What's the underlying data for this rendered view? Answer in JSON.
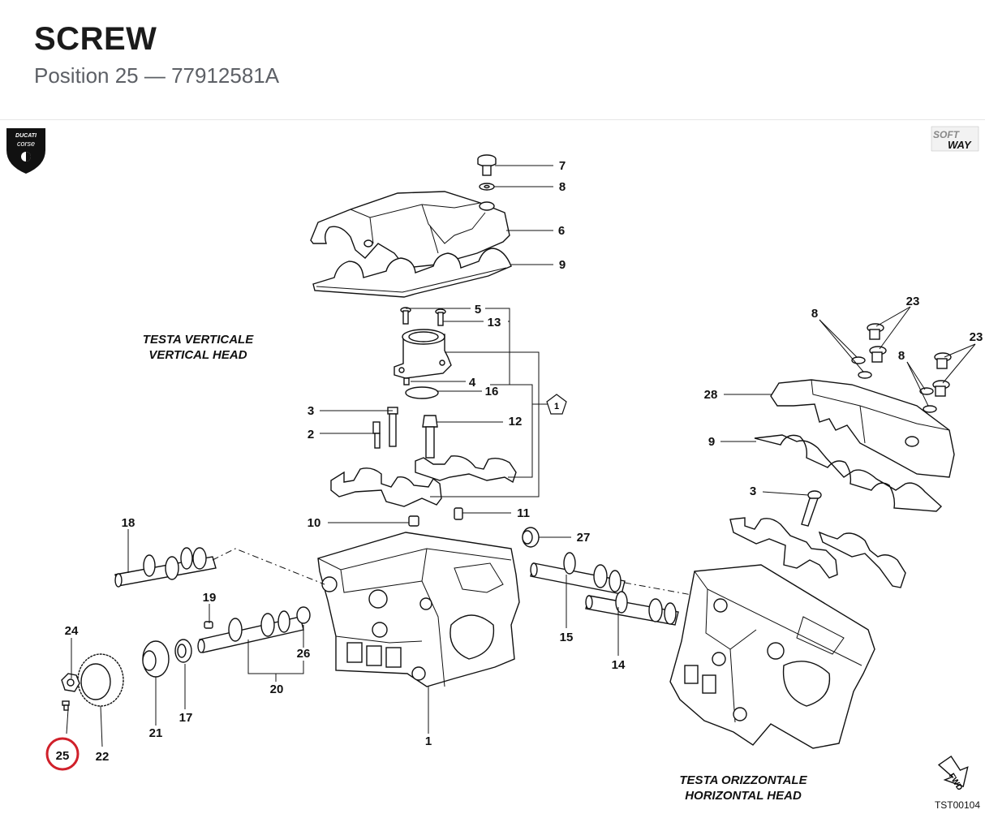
{
  "header": {
    "title": "SCREW",
    "subtitle": "Position 25 — 77912581A"
  },
  "logos": {
    "left": {
      "line1": "DUCATI",
      "line2": "corse"
    },
    "right": {
      "line1": "SOFT",
      "line2": "WAY"
    }
  },
  "captions": {
    "vertical_it": "TESTA VERTICALE",
    "vertical_en": "VERTICAL HEAD",
    "horizontal_it": "TESTA ORIZZONTALE",
    "horizontal_en": "HORIZONTAL HEAD"
  },
  "labels": {
    "l7": "7",
    "l8a": "8",
    "l6": "6",
    "l9a": "9",
    "l5": "5",
    "l13": "13",
    "l4": "4",
    "l16": "16",
    "l1kit": "1",
    "l3a": "3",
    "l12": "12",
    "l2": "2",
    "l10": "10",
    "l11": "11",
    "l27": "27",
    "l18": "18",
    "l19": "19",
    "l24": "24",
    "l26": "26",
    "l20": "20",
    "l21": "21",
    "l17": "17",
    "l22": "22",
    "l25": "25",
    "l1": "1",
    "l15": "15",
    "l14": "14",
    "l8b": "8",
    "l23a": "23",
    "l23b": "23",
    "l8c": "8",
    "l28": "28",
    "l9b": "9",
    "l3b": "3"
  },
  "highlight": {
    "position": "25",
    "color": "#d0202a"
  },
  "fwd_label": "FWD",
  "drawing_code": "TST00104"
}
